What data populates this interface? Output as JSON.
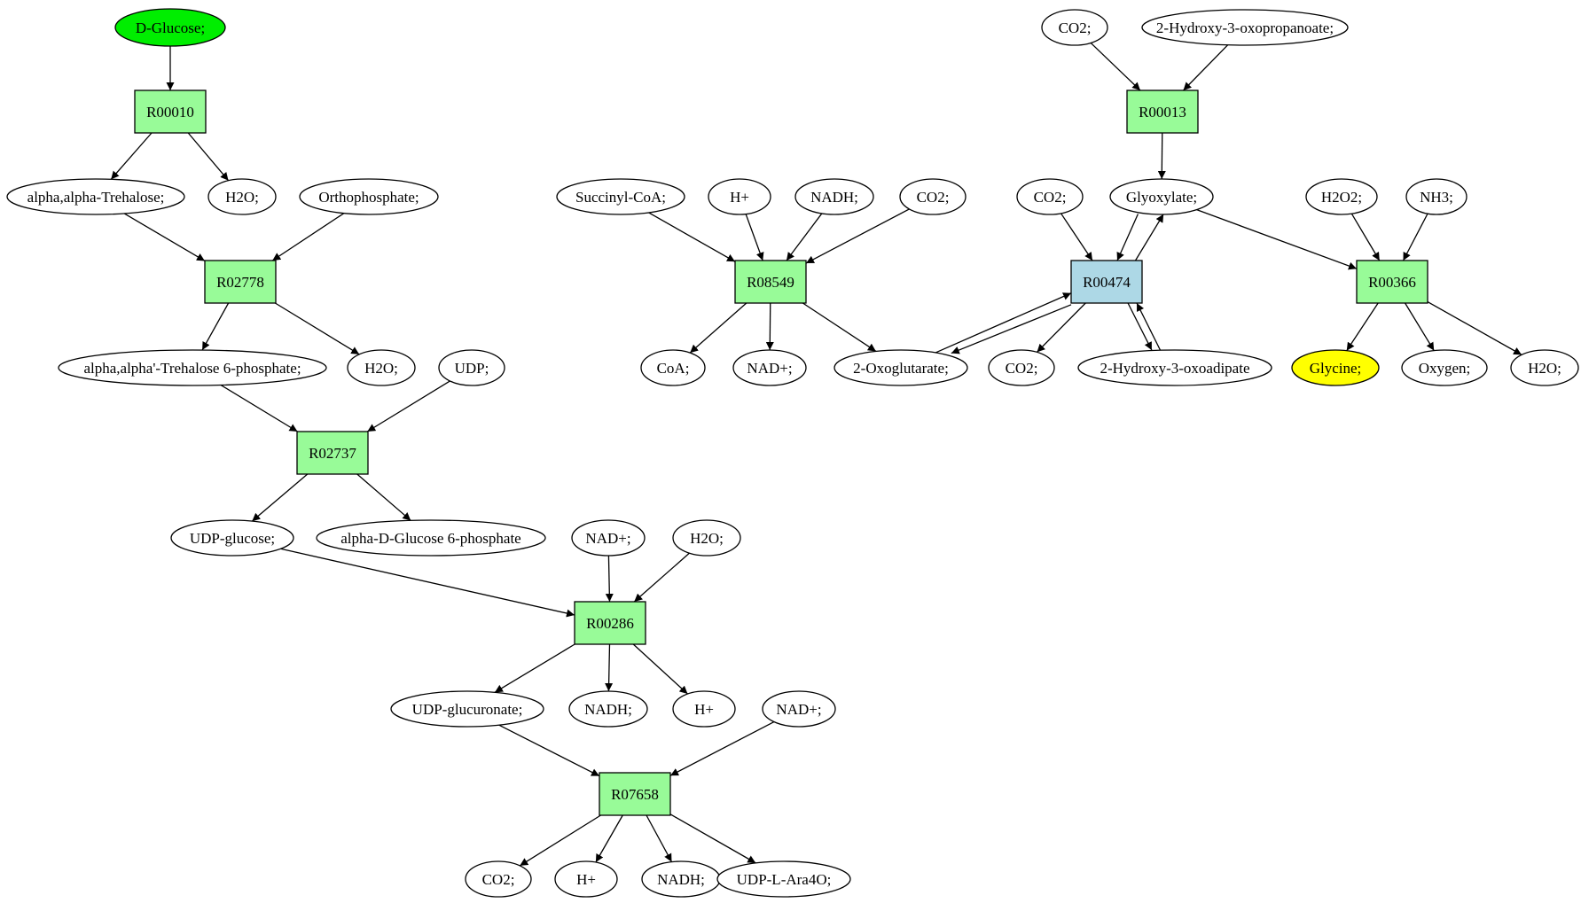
{
  "colors": {
    "reaction_fill": "#98fb98",
    "reaction_highlight_fill": "#add8e6",
    "start_fill": "#00ee00",
    "target_fill": "#ffff00",
    "compound_fill": "#ffffff",
    "stroke": "#000000"
  },
  "nodes": [
    {
      "id": "glucose",
      "label": "D-Glucose;",
      "kind": "compound",
      "fill": "#00ee00"
    },
    {
      "id": "R00010",
      "label": "R00010",
      "kind": "reaction"
    },
    {
      "id": "trehalose",
      "label": "alpha,alpha-Trehalose;",
      "kind": "compound"
    },
    {
      "id": "h2o_a",
      "label": "H2O;",
      "kind": "compound"
    },
    {
      "id": "orthophosphate",
      "label": "Orthophosphate;",
      "kind": "compound"
    },
    {
      "id": "R02778",
      "label": "R02778",
      "kind": "reaction"
    },
    {
      "id": "trehalose6p",
      "label": "alpha,alpha'-Trehalose 6-phosphate;",
      "kind": "compound"
    },
    {
      "id": "h2o_b",
      "label": "H2O;",
      "kind": "compound"
    },
    {
      "id": "udp",
      "label": "UDP;",
      "kind": "compound"
    },
    {
      "id": "R02737",
      "label": "R02737",
      "kind": "reaction"
    },
    {
      "id": "udpglucose",
      "label": "UDP-glucose;",
      "kind": "compound"
    },
    {
      "id": "glucose6p",
      "label": "alpha-D-Glucose 6-phosphate",
      "kind": "compound"
    },
    {
      "id": "nadp_a",
      "label": "NAD+;",
      "kind": "compound"
    },
    {
      "id": "h2o_c",
      "label": "H2O;",
      "kind": "compound"
    },
    {
      "id": "R00286",
      "label": "R00286",
      "kind": "reaction"
    },
    {
      "id": "udpglucuronate",
      "label": "UDP-glucuronate;",
      "kind": "compound"
    },
    {
      "id": "nadh_a",
      "label": "NADH;",
      "kind": "compound"
    },
    {
      "id": "hplus_a",
      "label": "H+",
      "kind": "compound"
    },
    {
      "id": "nadp_b",
      "label": "NAD+;",
      "kind": "compound"
    },
    {
      "id": "R07658",
      "label": "R07658",
      "kind": "reaction"
    },
    {
      "id": "co2_a",
      "label": "CO2;",
      "kind": "compound"
    },
    {
      "id": "hplus_b",
      "label": "H+",
      "kind": "compound"
    },
    {
      "id": "nadh_b",
      "label": "NADH;",
      "kind": "compound"
    },
    {
      "id": "udpara",
      "label": "UDP-L-Ara4O;",
      "kind": "compound"
    },
    {
      "id": "succinylcoa",
      "label": "Succinyl-CoA;",
      "kind": "compound"
    },
    {
      "id": "hplus_c",
      "label": "H+",
      "kind": "compound"
    },
    {
      "id": "nadh_c",
      "label": "NADH;",
      "kind": "compound"
    },
    {
      "id": "co2_b",
      "label": "CO2;",
      "kind": "compound"
    },
    {
      "id": "R08549",
      "label": "R08549",
      "kind": "reaction"
    },
    {
      "id": "coa",
      "label": "CoA;",
      "kind": "compound"
    },
    {
      "id": "nadp_c",
      "label": "NAD+;",
      "kind": "compound"
    },
    {
      "id": "oxoglutarate",
      "label": "2-Oxoglutarate;",
      "kind": "compound"
    },
    {
      "id": "co2_top",
      "label": "CO2;",
      "kind": "compound"
    },
    {
      "id": "hydroxyoxopropanoate",
      "label": "2-Hydroxy-3-oxopropanoate;",
      "kind": "compound"
    },
    {
      "id": "R00013",
      "label": "R00013",
      "kind": "reaction"
    },
    {
      "id": "co2_c",
      "label": "CO2;",
      "kind": "compound"
    },
    {
      "id": "glyoxylate",
      "label": "Glyoxylate;",
      "kind": "compound"
    },
    {
      "id": "R00474",
      "label": "R00474",
      "kind": "reaction",
      "fill": "#add8e6"
    },
    {
      "id": "co2_d",
      "label": "CO2;",
      "kind": "compound"
    },
    {
      "id": "hydroxyoxoadipate",
      "label": "2-Hydroxy-3-oxoadipate",
      "kind": "compound"
    },
    {
      "id": "h2o2",
      "label": "H2O2;",
      "kind": "compound"
    },
    {
      "id": "nh3",
      "label": "NH3;",
      "kind": "compound"
    },
    {
      "id": "R00366",
      "label": "R00366",
      "kind": "reaction"
    },
    {
      "id": "glycine",
      "label": "Glycine;",
      "kind": "compound",
      "fill": "#ffff00"
    },
    {
      "id": "oxygen",
      "label": "Oxygen;",
      "kind": "compound"
    },
    {
      "id": "h2o_d",
      "label": "H2O;",
      "kind": "compound"
    }
  ],
  "edges": [
    {
      "from": "glucose",
      "to": "R00010"
    },
    {
      "from": "R00010",
      "to": "trehalose"
    },
    {
      "from": "R00010",
      "to": "h2o_a"
    },
    {
      "from": "trehalose",
      "to": "R02778"
    },
    {
      "from": "orthophosphate",
      "to": "R02778"
    },
    {
      "from": "R02778",
      "to": "trehalose6p"
    },
    {
      "from": "R02778",
      "to": "h2o_b"
    },
    {
      "from": "trehalose6p",
      "to": "R02737"
    },
    {
      "from": "udp",
      "to": "R02737"
    },
    {
      "from": "R02737",
      "to": "udpglucose"
    },
    {
      "from": "R02737",
      "to": "glucose6p"
    },
    {
      "from": "udpglucose",
      "to": "R00286"
    },
    {
      "from": "nadp_a",
      "to": "R00286"
    },
    {
      "from": "h2o_c",
      "to": "R00286"
    },
    {
      "from": "R00286",
      "to": "udpglucuronate"
    },
    {
      "from": "R00286",
      "to": "nadh_a"
    },
    {
      "from": "R00286",
      "to": "hplus_a"
    },
    {
      "from": "udpglucuronate",
      "to": "R07658"
    },
    {
      "from": "nadp_b",
      "to": "R07658"
    },
    {
      "from": "R07658",
      "to": "co2_a"
    },
    {
      "from": "R07658",
      "to": "hplus_b"
    },
    {
      "from": "R07658",
      "to": "nadh_b"
    },
    {
      "from": "R07658",
      "to": "udpara"
    },
    {
      "from": "succinylcoa",
      "to": "R08549"
    },
    {
      "from": "hplus_c",
      "to": "R08549"
    },
    {
      "from": "nadh_c",
      "to": "R08549"
    },
    {
      "from": "co2_b",
      "to": "R08549"
    },
    {
      "from": "R08549",
      "to": "coa"
    },
    {
      "from": "R08549",
      "to": "nadp_c"
    },
    {
      "from": "R08549",
      "to": "oxoglutarate"
    },
    {
      "from": "co2_top",
      "to": "R00013"
    },
    {
      "from": "hydroxyoxopropanoate",
      "to": "R00013"
    },
    {
      "from": "R00013",
      "to": "glyoxylate"
    },
    {
      "from": "co2_c",
      "to": "R00474"
    },
    {
      "from": "glyoxylate",
      "to": "R00474"
    },
    {
      "from": "R00474",
      "to": "glyoxylate"
    },
    {
      "from": "oxoglutarate",
      "to": "R00474"
    },
    {
      "from": "R00474",
      "to": "oxoglutarate"
    },
    {
      "from": "R00474",
      "to": "co2_d"
    },
    {
      "from": "R00474",
      "to": "hydroxyoxoadipate"
    },
    {
      "from": "hydroxyoxoadipate",
      "to": "R00474"
    },
    {
      "from": "glyoxylate",
      "to": "R00366"
    },
    {
      "from": "h2o2",
      "to": "R00366"
    },
    {
      "from": "nh3",
      "to": "R00366"
    },
    {
      "from": "R00366",
      "to": "glycine"
    },
    {
      "from": "R00366",
      "to": "oxygen"
    },
    {
      "from": "R00366",
      "to": "h2o_d"
    }
  ]
}
